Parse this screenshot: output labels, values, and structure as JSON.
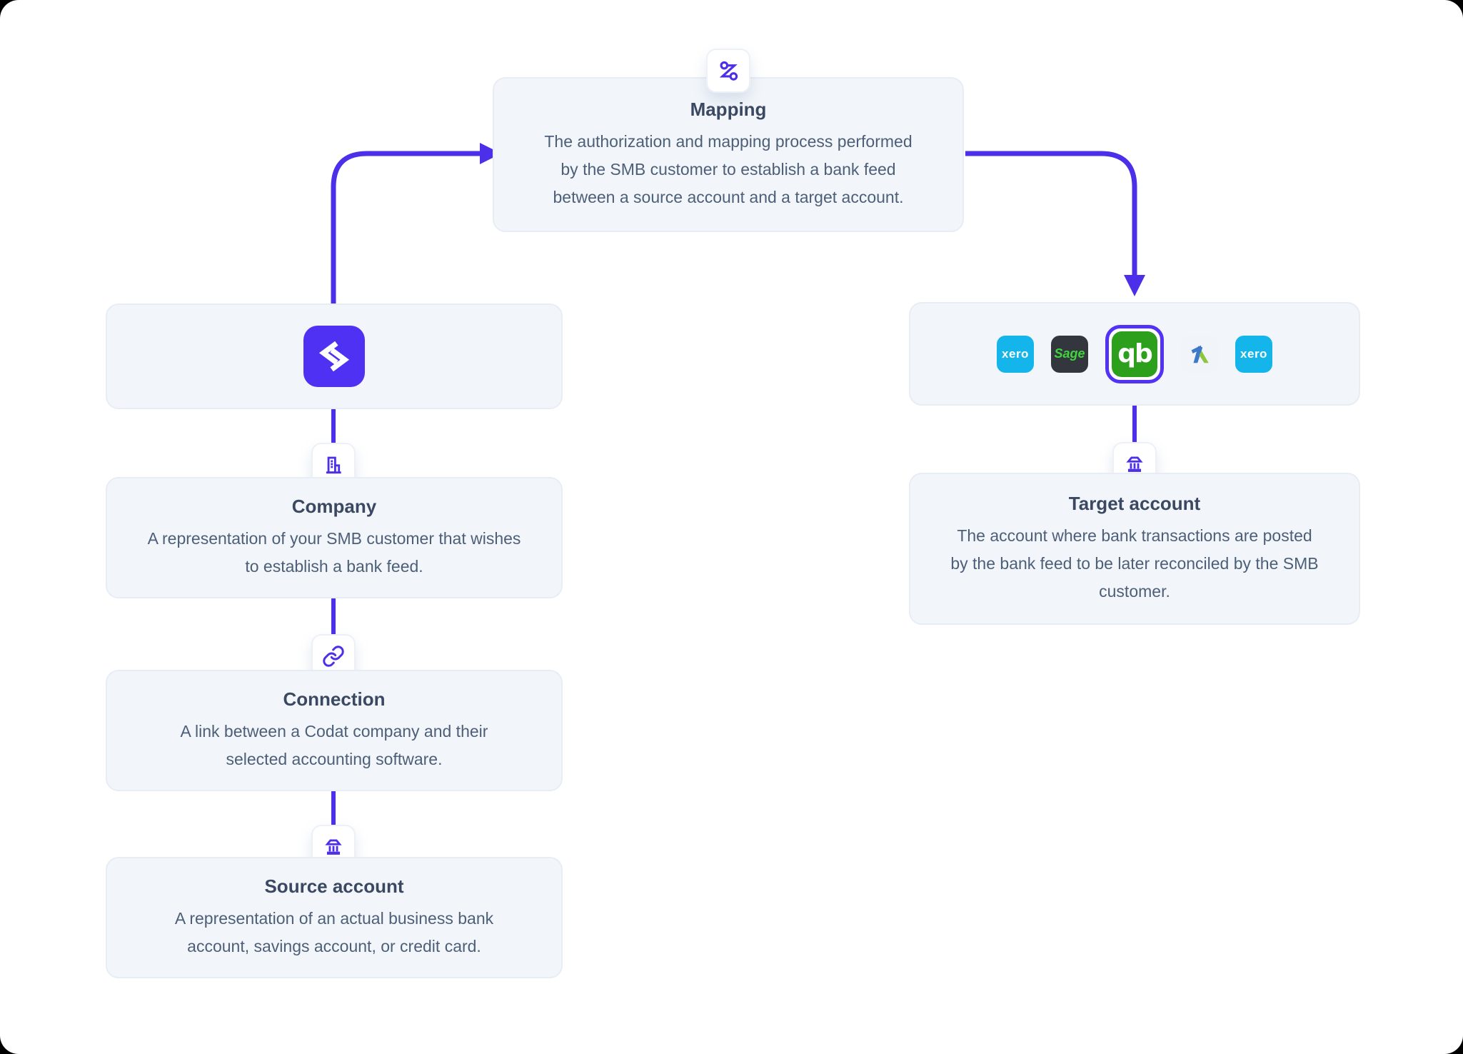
{
  "colors": {
    "accent_purple": "#4C2FE9",
    "codat_purple": "#4F31F4",
    "card_background": "#F2F6FA",
    "card_border": "#E6EDF4",
    "title_text": "#3B4862",
    "body_text": "#4D5F78",
    "xero_blue": "#13B5EA",
    "sage_dark": "#33373D",
    "sage_green": "#3ED53E",
    "quickbooks_green": "#2CA01C",
    "selection_ring": "#5233F4"
  },
  "nodes": {
    "mapping": {
      "title": "Mapping",
      "lines": [
        "The authorization and mapping process performed",
        "by the SMB customer to establish a bank feed",
        "between a source account and a target account."
      ],
      "icon": "mapping-route-icon"
    },
    "codat": {
      "icon": "codat-logo"
    },
    "company": {
      "title": "Company",
      "lines": [
        "A representation of your SMB customer that wishes",
        "to establish a bank feed."
      ],
      "icon": "building-icon"
    },
    "connection": {
      "title": "Connection",
      "lines": [
        "A link between a Codat company and their",
        "selected accounting software."
      ],
      "icon": "link-icon"
    },
    "source_account": {
      "title": "Source account",
      "lines": [
        "A representation of an actual business bank",
        "account, savings account, or credit card."
      ],
      "icon": "bank-icon"
    },
    "target_account": {
      "title": "Target account",
      "lines": [
        "The account where bank transactions are posted",
        "by the bank feed to be later reconciled by the SMB",
        "customer."
      ],
      "icon": "bank-icon"
    },
    "integrations": {
      "logos": [
        {
          "name": "xero",
          "label": "xero"
        },
        {
          "name": "sage",
          "label": "Sage"
        },
        {
          "name": "quickbooks",
          "label": "qb",
          "selected": true
        },
        {
          "name": "freeagent",
          "label": ""
        },
        {
          "name": "xero",
          "label": "xero"
        }
      ]
    }
  }
}
